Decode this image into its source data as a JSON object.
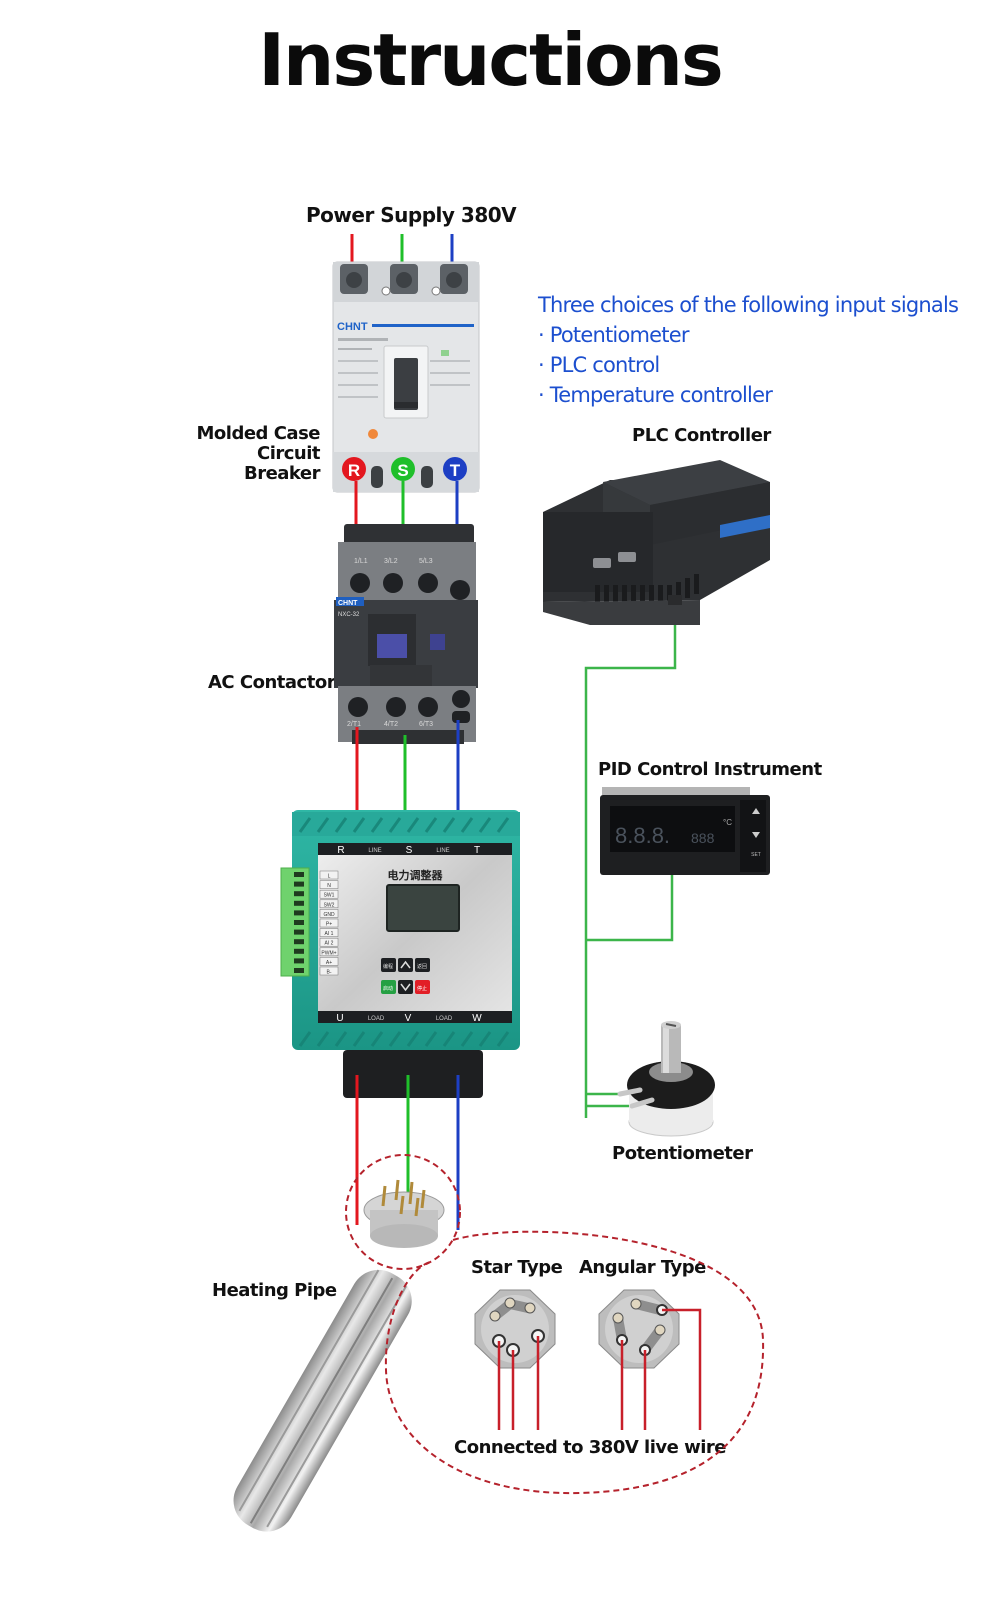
{
  "title": "Instructions",
  "power_supply": {
    "label": "Power Supply 380V"
  },
  "input_signals": {
    "heading": "Three choices of the following input signals",
    "options": [
      "· Potentiometer",
      "· PLC control",
      "· Temperature controller"
    ]
  },
  "components": {
    "breaker": {
      "label_line1": "Molded Case",
      "label_line2": "Circuit Breaker",
      "brand": "CHNT",
      "phases": [
        "R",
        "S",
        "T"
      ]
    },
    "contactor": {
      "label": "AC Contactor",
      "brand": "CHNT",
      "model": "NXC-32",
      "top_terminals": [
        "1/L1",
        "3/L2",
        "5/L3"
      ],
      "bottom_terminals": [
        "2/T1",
        "4/T2",
        "6/T3"
      ]
    },
    "plc": {
      "label": "PLC Controller"
    },
    "pid": {
      "label": "PID Control Instrument",
      "display_main": "8.8.8.",
      "display_sub": "888",
      "unit": "°C",
      "set_label": "SET"
    },
    "potentiometer": {
      "label": "Potentiometer"
    },
    "regulator": {
      "title_cn": "电力调整器",
      "top_bar": [
        "R",
        "LINE",
        "S",
        "LINE",
        "T"
      ],
      "bottom_bar": [
        "U",
        "LOAD",
        "V",
        "LOAD",
        "W"
      ],
      "terminals": [
        "L",
        "N",
        "SW1",
        "SW2",
        "GND",
        "P+",
        "AI 1",
        "AI 2",
        "PWM+",
        "A+",
        "B-"
      ],
      "buttons": {
        "program": "编程",
        "back": "返回",
        "start": "启动",
        "stop": "停止"
      }
    },
    "heating_pipe": {
      "label": "Heating Pipe"
    }
  },
  "wiring_types": {
    "star": "Star Type",
    "angular": "Angular Type",
    "note": "Connected to 380V live wire"
  },
  "colors": {
    "phase_r": "#e3171f",
    "phase_s": "#1fbf2a",
    "phase_t": "#1d3fc4",
    "signal": "#3cb54a",
    "dashed": "#b5222c",
    "blue_text": "#1c4fcf",
    "regulator_green": "#23a89a"
  }
}
